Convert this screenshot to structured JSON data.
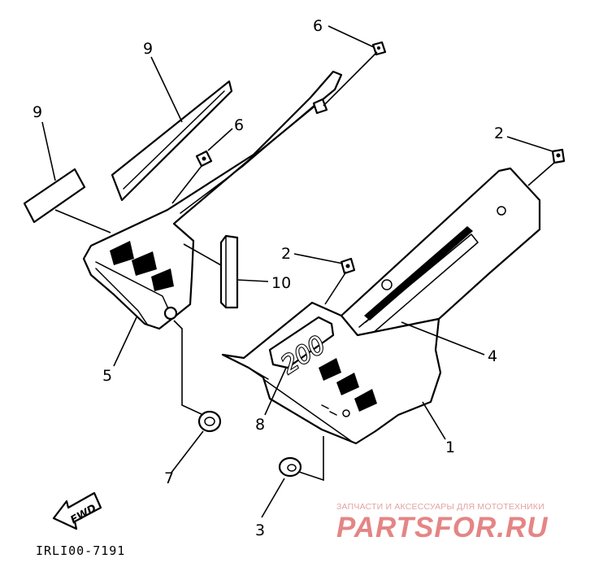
{
  "diagram": {
    "code": "IRLI00-7191",
    "direction_label": "FWD",
    "emblem_text": "200",
    "callouts": [
      {
        "id": "c1",
        "label": "1"
      },
      {
        "id": "c2a",
        "label": "2"
      },
      {
        "id": "c2b",
        "label": "2"
      },
      {
        "id": "c3",
        "label": "3"
      },
      {
        "id": "c4",
        "label": "4"
      },
      {
        "id": "c5",
        "label": "5"
      },
      {
        "id": "c6a",
        "label": "6"
      },
      {
        "id": "c6b",
        "label": "6"
      },
      {
        "id": "c7",
        "label": "7"
      },
      {
        "id": "c8",
        "label": "8"
      },
      {
        "id": "c9a",
        "label": "9"
      },
      {
        "id": "c9b",
        "label": "9"
      },
      {
        "id": "c10",
        "label": "10"
      }
    ]
  },
  "watermark": {
    "caption": "ЗАПЧАСТИ И АКСЕССУАРЫ ДЛЯ МОТОТЕХНИКИ",
    "logo": "PARTSFOR.RU"
  }
}
